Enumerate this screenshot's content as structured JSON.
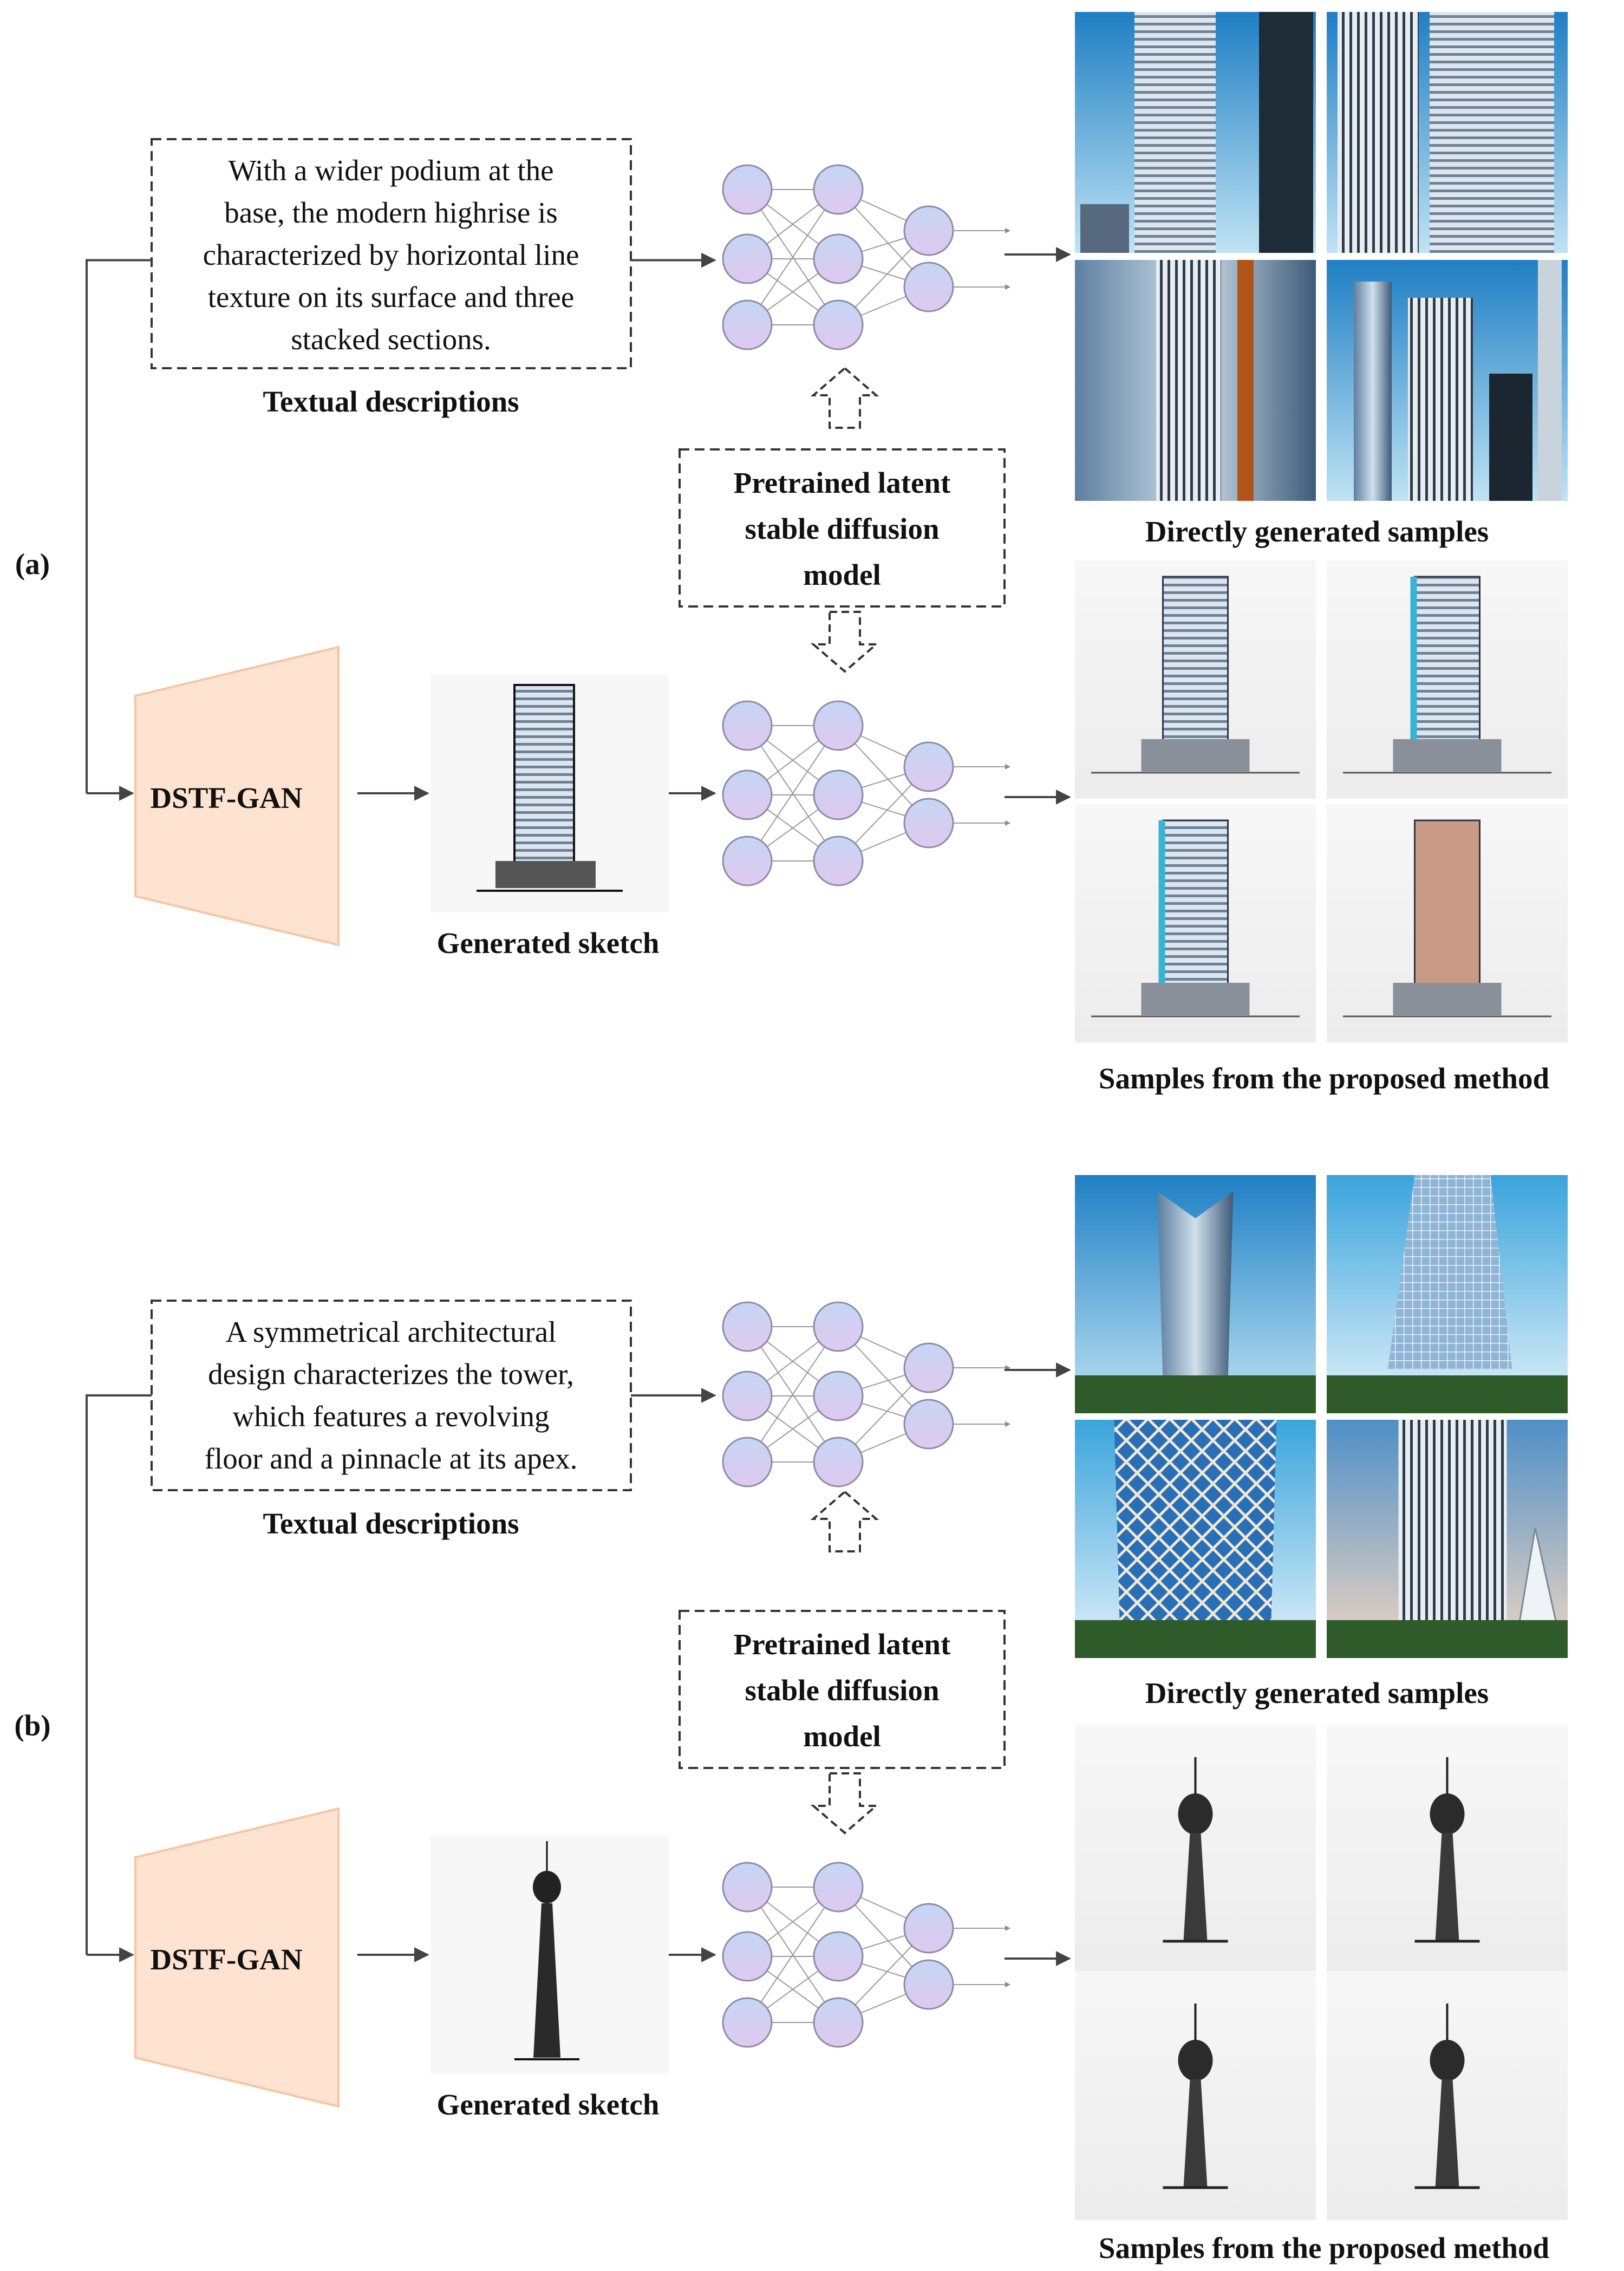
{
  "panels": [
    {
      "label": "(a)",
      "description_lines": [
        "With a wider podium at the",
        "base, the modern highrise is",
        "characterized by horizontal line",
        "texture on its surface and three",
        "stacked sections."
      ],
      "textual_caption": "Textual descriptions",
      "model_lines": [
        "Pretrained latent",
        "stable diffusion",
        "model"
      ],
      "direct_caption": "Directly generated samples",
      "gan_label": "DSTF-GAN",
      "sketch_caption": "Generated  sketch",
      "proposed_caption": "Samples from the proposed method"
    },
    {
      "label": "(b)",
      "description_lines": [
        "A symmetrical architectural",
        "design characterizes the tower,",
        "which features a revolving",
        "floor and a pinnacle at its apex."
      ],
      "textual_caption": "Textual descriptions",
      "model_lines": [
        "Pretrained latent",
        "stable diffusion",
        "model"
      ],
      "direct_caption": "Directly generated samples",
      "gan_label": "DSTF-GAN",
      "sketch_caption": "Generated  sketch",
      "proposed_caption": "Samples from the proposed method"
    }
  ],
  "colors": {
    "gan_fill": "#fde3d0",
    "gan_stroke": "#f7c4a4",
    "neuron_top": "#c5d6f4",
    "neuron_bottom": "#e0c8ef",
    "sky": "#2f9ed8",
    "tower_light": "#dfe8ee"
  }
}
